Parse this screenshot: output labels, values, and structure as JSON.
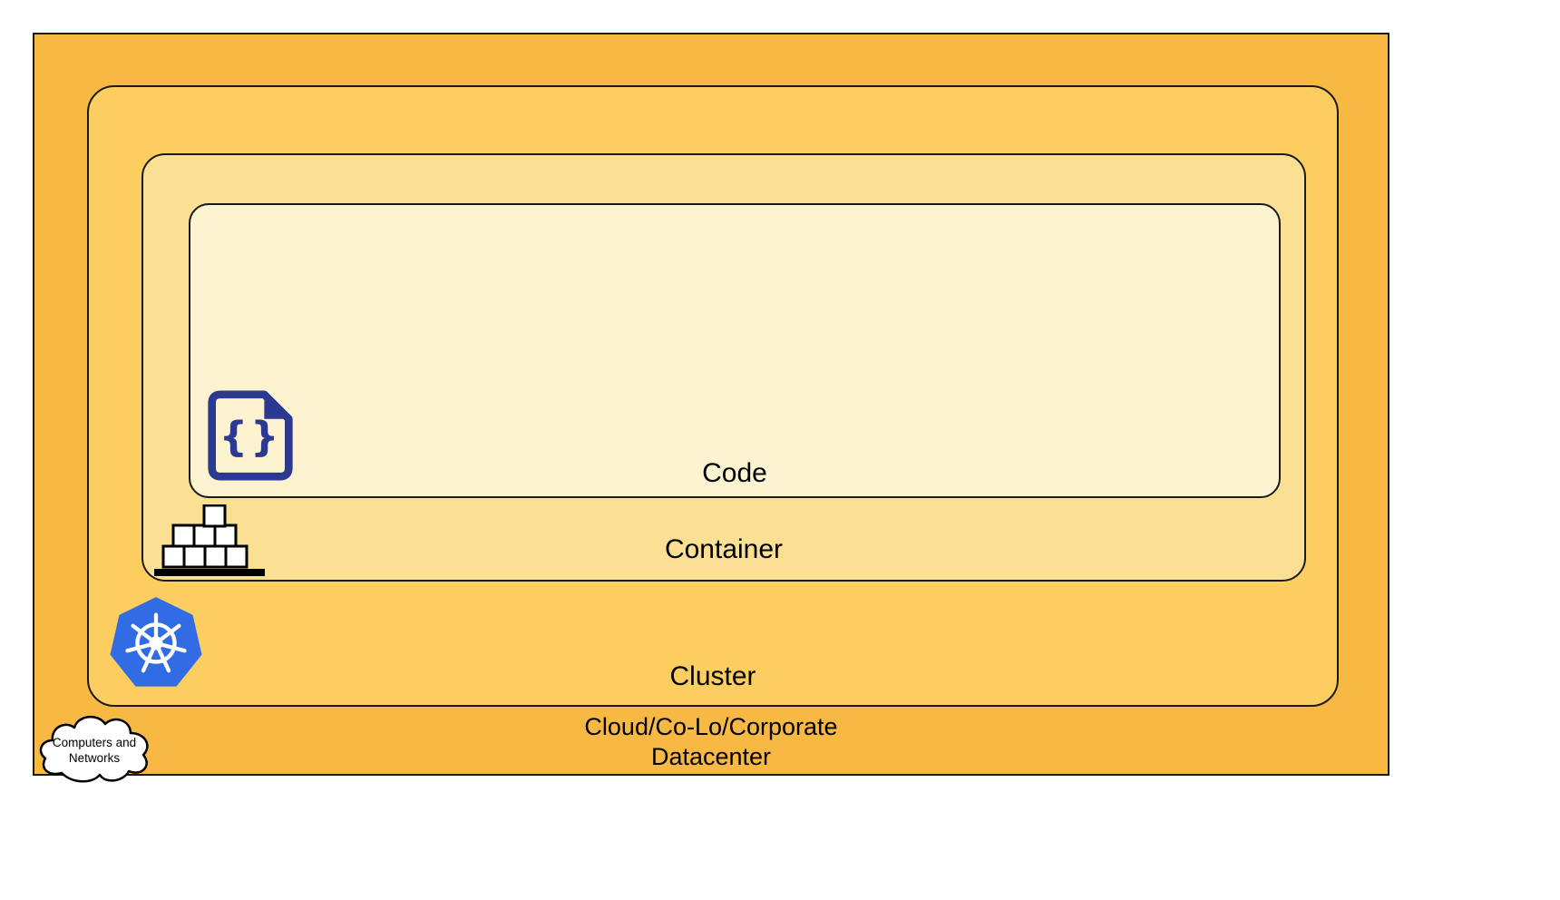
{
  "diagram": {
    "code": {
      "label": "Code"
    },
    "container": {
      "label": "Container"
    },
    "cluster": {
      "label": "Cluster"
    },
    "datacenter": {
      "label_line1": "Cloud/Co-Lo/Corporate",
      "label_line2": "Datacenter"
    },
    "cloud_callout": {
      "line1": "Computers and",
      "line2": "Networks"
    },
    "colors": {
      "datacenter_fill": "#F8B944",
      "cluster_fill": "#FBCE5F",
      "container_fill": "#FBE093",
      "code_fill": "#FDF3D1",
      "kubernetes_blue": "#326CE5",
      "code_icon_navy": "#2B3990",
      "icon_black": "#000000",
      "outline": "#1A1A1A"
    }
  }
}
